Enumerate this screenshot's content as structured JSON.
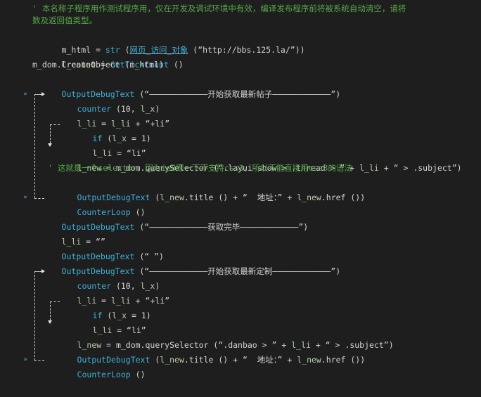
{
  "lines": {
    "l0": "' 本名称子程序用作测试程序用，仅在开发及调试环境中有效，编译发布程序前将被系统自动清空，请将",
    "l1": "数及返回值类型。",
    "l2_a": "m_html",
    "l2_b": " = ",
    "l2_c": "str",
    "l2_d": " (",
    "l2_e": "网页_访问_对象",
    "l2_f": " (",
    "l2_g": "“http://bbs.125.la/”",
    "l2_h": "))",
    "l3_a": "l_count",
    "l3_b": " = ",
    "l3_c": "GetTickCount",
    "l3_d": " ()",
    "l4": "m_dom.CreateObject (m_html)",
    "l5_a": "OutputDebugText",
    "l5_b": " (",
    "l5_c": "“————————————开始获取最新帖子————————————”",
    "l5_d": ")",
    "l6_a": "counter",
    "l6_b": " (10, ",
    "l6_c": "l_x",
    "l6_d": ")",
    "l7_a": "l_li",
    "l7_b": " = ",
    "l7_c": "l_li",
    "l7_d": " + ",
    "l7_e": "“+li”",
    "l8_a": "if",
    "l8_b": " (",
    "l8_c": "l_x",
    "l8_d": " = 1)",
    "l9_a": "l_li",
    "l9_b": " = ",
    "l9_c": "“li”",
    "l10_a": "l_new",
    "l10_b": " = m_dom.querySelector (",
    "l10_c": "“.layui-show > .thread > ”",
    "l10_d": " + ",
    "l10_e": "l_li",
    "l10_f": " + ",
    "l10_g": "“ > .subject”",
    "l10_h": ")",
    "l11": "' 这就是一个selector，因为ie8即一下不支持css3，所以不能直接用css3的语法",
    "l12_a": "OutputDebugText",
    "l12_b": " (",
    "l12_c": "l_new",
    "l12_d": ".title () + ",
    "l12_e": "“  地址：”",
    "l12_f": " + ",
    "l12_g": "l_new",
    "l12_h": ".href ())",
    "l13_a": "CounterLoop",
    "l13_b": " ()",
    "l14_a": "OutputDebugText",
    "l14_b": " (",
    "l14_c": "“————————————获取完毕————————————”",
    "l14_d": ")",
    "l15_a": "l_li",
    "l15_b": " = ",
    "l15_c": "“”",
    "l16_a": "OutputDebugText",
    "l16_b": " (",
    "l16_c": "“ ”",
    "l16_d": ")",
    "l17_a": "OutputDebugText",
    "l17_b": " (",
    "l17_c": "“————————————开始获取最新定制————————————”",
    "l17_d": ")",
    "l18_a": "counter",
    "l18_b": " (10, ",
    "l18_c": "l_x",
    "l18_d": ")",
    "l19_a": "l_li",
    "l19_b": " = ",
    "l19_c": "l_li",
    "l19_d": " + ",
    "l19_e": "“+li”",
    "l20_a": "if",
    "l20_b": " (",
    "l20_c": "l_x",
    "l20_d": " = 1)",
    "l21_a": "l_li",
    "l21_b": " = ",
    "l21_c": "“li”",
    "l22_a": "l_new",
    "l22_b": " = m_dom.querySelector (",
    "l22_c": "“.danbao > ”",
    "l22_d": " + ",
    "l22_e": "l_li",
    "l22_f": " + ",
    "l22_g": "“ > .subject”",
    "l22_h": ")",
    "l23_a": "OutputDebugText",
    "l23_b": " (",
    "l23_c": "l_new",
    "l23_d": ".title () + ",
    "l23_e": "“  地址：”",
    "l23_f": " + ",
    "l23_g": "l_new",
    "l23_h": ".href ())",
    "l24_a": "CounterLoop",
    "l24_b": " ()"
  },
  "icons": {
    "breakpoint_marker": "»"
  }
}
